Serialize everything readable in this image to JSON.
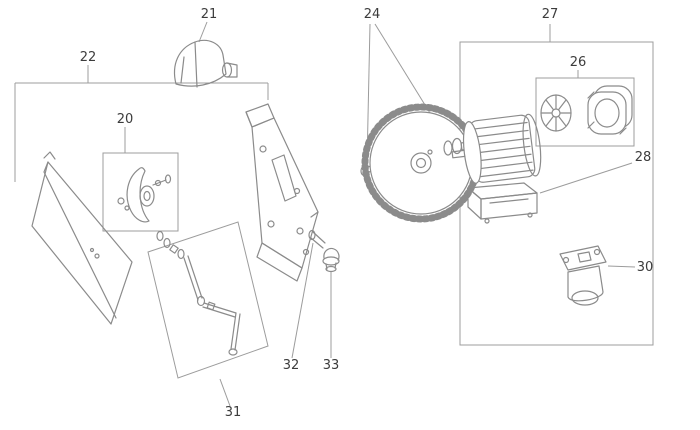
{
  "diagram": {
    "kind": "exploded-parts-diagram",
    "background": "#ffffff",
    "part_line_color": "#8b8b8b",
    "guide_line_color": "#9c9c9c",
    "label_color": "#3c3c3c",
    "parts": [
      {
        "number": "21",
        "name": "blade-guard"
      },
      {
        "number": "22",
        "name": "frame-and-panel-group"
      },
      {
        "number": "20",
        "name": "pulley-flange-assembly"
      },
      {
        "number": "24",
        "name": "saw-blade-with-arbor-bolt"
      },
      {
        "number": "27",
        "name": "motor-assembly-group"
      },
      {
        "number": "26",
        "name": "fan-and-fan-cover"
      },
      {
        "number": "28",
        "name": "terminal-box"
      },
      {
        "number": "30",
        "name": "switch-assembly"
      },
      {
        "number": "31",
        "name": "crank-handle-assembly"
      },
      {
        "number": "32",
        "name": "bolt"
      },
      {
        "number": "33",
        "name": "lock-knob"
      }
    ]
  }
}
